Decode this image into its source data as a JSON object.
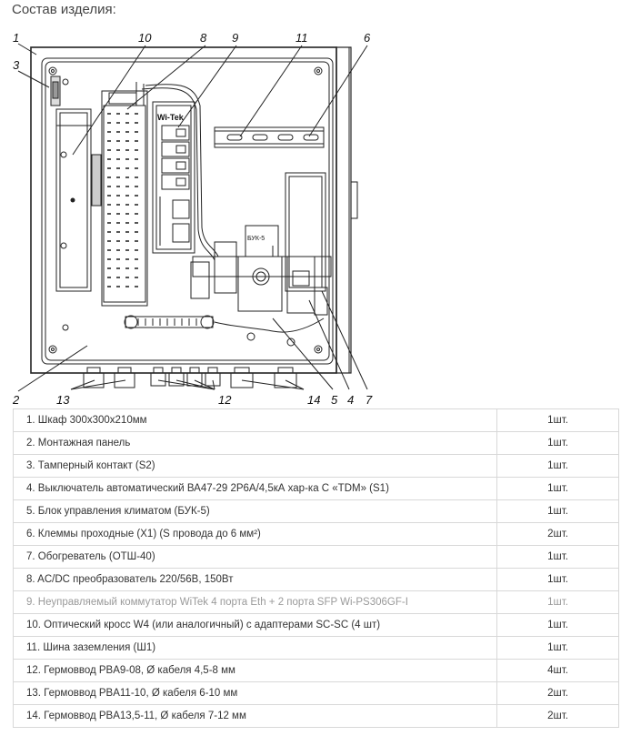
{
  "heading": "Состав изделия:",
  "callouts": [
    "1",
    "3",
    "10",
    "8",
    "9",
    "11",
    "6",
    "2",
    "13",
    "12",
    "14",
    "5",
    "4",
    "7"
  ],
  "device_labels": {
    "switch_brand": "Wi-Tek",
    "climate_unit": "БУК-5"
  },
  "rows": [
    {
      "item": "1. Шкаф 300х300х210мм",
      "qty": "1шт."
    },
    {
      "item": "2. Монтажная панель",
      "qty": "1шт."
    },
    {
      "item": "3. Тамперный контакт (S2)",
      "qty": "1шт."
    },
    {
      "item": "4. Выключатель автоматический ВА47-29 2Р6А/4,5кА хар-ка С «TDM» (S1)",
      "qty": "1шт."
    },
    {
      "item": "5. Блок управления климатом (БУК-5)",
      "qty": "1шт."
    },
    {
      "item": "6. Клеммы проходные (Х1) (S провода до 6 мм²)",
      "qty": "2шт."
    },
    {
      "item": "7. Обогреватель (ОТШ-40)",
      "qty": "1шт."
    },
    {
      "item": "8. AC/DC преобразователь 220/56В, 150Вт",
      "qty": "1шт."
    },
    {
      "item": "9. Неуправляемый коммутатор WiTek 4 порта Eth + 2 порта SFP Wi-PS306GF-I",
      "qty": "1шт."
    },
    {
      "item": "10. Оптический кросс W4 (или аналогичный) с адаптерами SC-SC (4 шт)",
      "qty": "1шт."
    },
    {
      "item": "11. Шина заземления (Ш1)",
      "qty": "1шт."
    },
    {
      "item": "12. Гермоввод PBA9-08, Ø кабеля 4,5-8 мм",
      "qty": "4шт."
    },
    {
      "item": "13. Гермоввод PBA11-10, Ø кабеля 6-10 мм",
      "qty": "2шт."
    },
    {
      "item": "14. Гермоввод PBA13,5-11, Ø кабеля 7-12 мм",
      "qty": "2шт."
    }
  ]
}
